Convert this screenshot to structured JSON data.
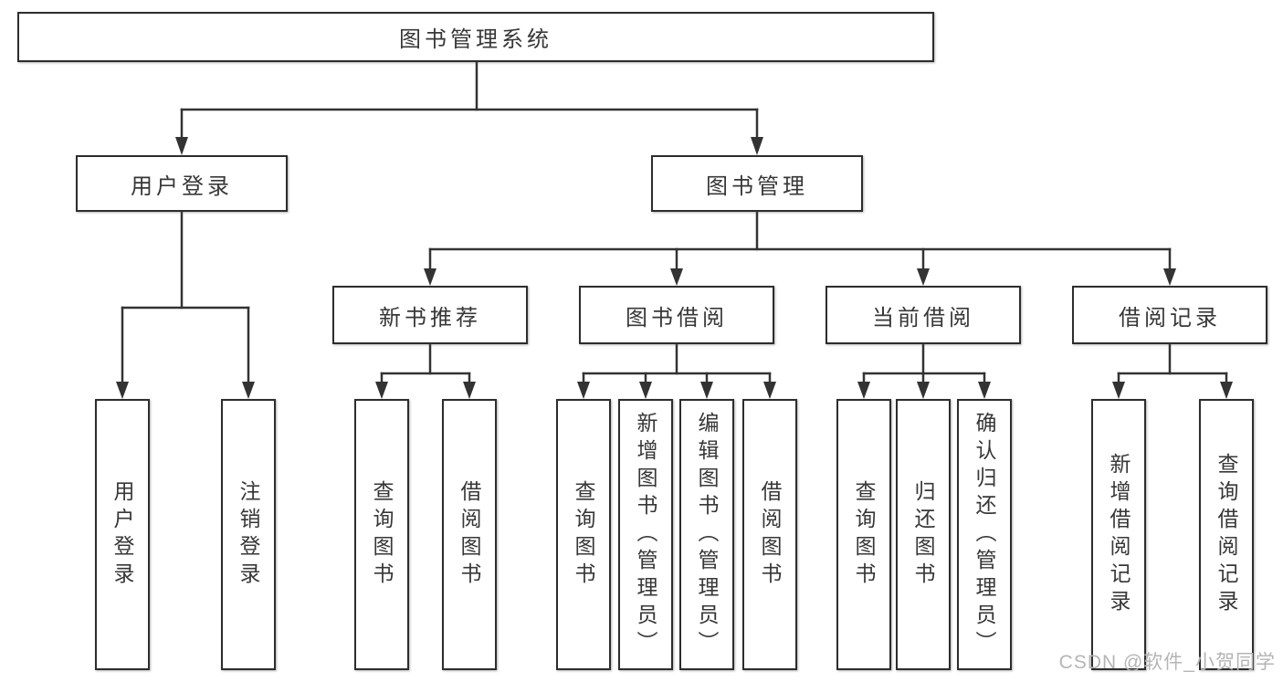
{
  "nodes": {
    "root": {
      "label": "图书管理系统"
    },
    "user_login": {
      "label": "用户登录"
    },
    "book_management": {
      "label": "图书管理"
    },
    "new_book_recommend": {
      "label": "新书推荐"
    },
    "book_borrow": {
      "label": "图书借阅"
    },
    "current_borrow": {
      "label": "当前借阅"
    },
    "borrow_records": {
      "label": "借阅记录"
    },
    "leaves": {
      "user_login_leaf": {
        "label": "用户登录"
      },
      "logout": {
        "label": "注销登录"
      },
      "nb_query_books": {
        "label": "查询图书"
      },
      "nb_borrow_books": {
        "label": "借阅图书"
      },
      "bb_query_books": {
        "label": "查询图书"
      },
      "bb_add_books": {
        "label": "新增图书（管理员）"
      },
      "bb_edit_books": {
        "label": "编辑图书（管理员）"
      },
      "bb_borrow_books": {
        "label": "借阅图书"
      },
      "cb_query_books": {
        "label": "查询图书"
      },
      "cb_return_books": {
        "label": "归还图书"
      },
      "cb_confirm_return": {
        "label": "确认归还（管理员）"
      },
      "br_add_record": {
        "label": "新增借阅记录"
      },
      "br_query_record": {
        "label": "查询借阅记录"
      }
    }
  },
  "watermark": {
    "text": "CSDN @软件_小贺同学"
  },
  "colors": {
    "line": "#333333",
    "box_border": "#2d2d2d",
    "text": "#373737",
    "watermark": "#b5b5b5",
    "background": "#ffffff"
  }
}
